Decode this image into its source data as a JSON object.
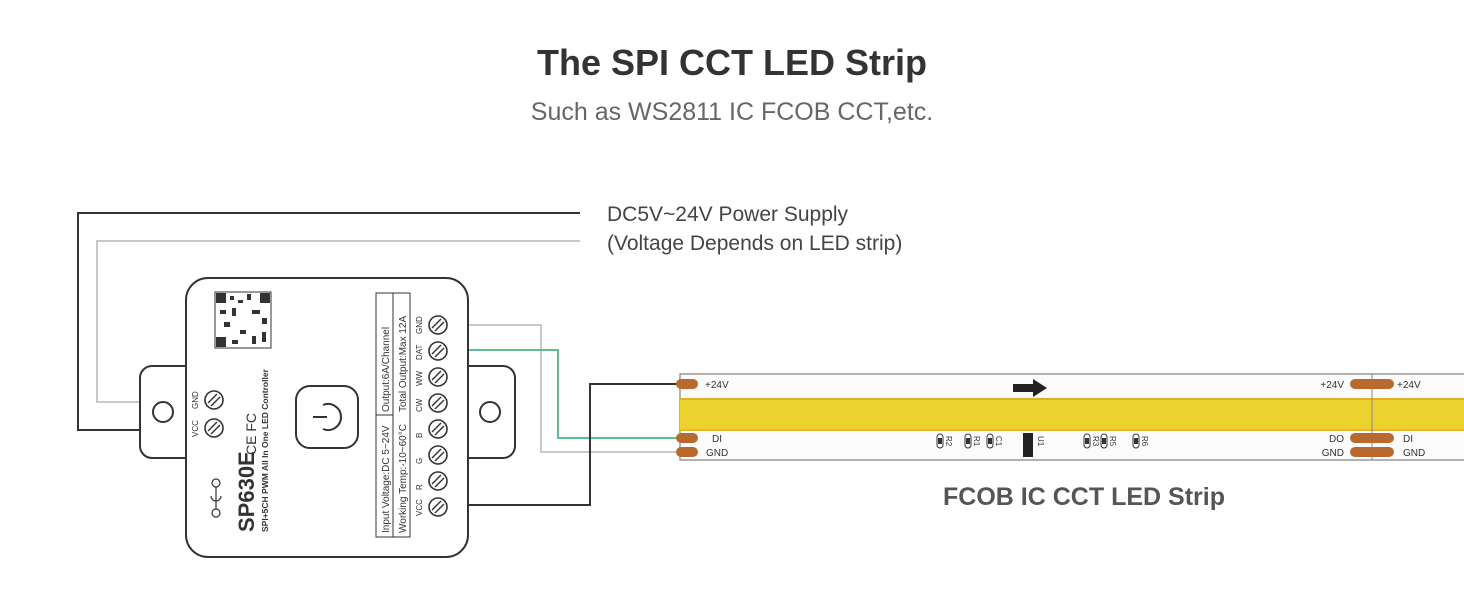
{
  "header": {
    "title": "The SPI CCT LED Strip",
    "subtitle": "Such as WS2811 IC FCOB CCT,etc."
  },
  "power": {
    "line1": "DC5V~24V Power Supply",
    "line2": "(Voltage Depends on LED strip)"
  },
  "controller": {
    "model": "SP630E",
    "description": "SPI+5CH PWM All In One LED Controller",
    "left_terminals": [
      "GND",
      "VCC"
    ],
    "right_terminals": [
      "GND",
      "DAT",
      "WW",
      "CW",
      "B",
      "G",
      "R",
      "VCC"
    ],
    "specs": [
      "Output:6A/Channel",
      "Total Output:Max 12A",
      "Input Voltage:DC 5~24V",
      "Working Temp:-10~60°C"
    ],
    "certs": "CE FC"
  },
  "strip": {
    "label": "FCOB IC CCT LED Strip",
    "pads_left": [
      "+24V",
      "DI",
      "GND"
    ],
    "pads_right_a": [
      "+24V",
      "DO",
      "GND"
    ],
    "pads_right_b": [
      "+24V",
      "DI",
      "GND"
    ],
    "components": [
      "R2",
      "R1",
      "C1",
      "U1",
      "R3",
      "R5",
      "R6"
    ]
  },
  "colors": {
    "wire_black": "#333333",
    "wire_gray": "#c8c8c8",
    "wire_green": "#5cbf8f",
    "strip_yellow": "#ecd22e",
    "pad": "#b8692e",
    "text": "#333333"
  }
}
